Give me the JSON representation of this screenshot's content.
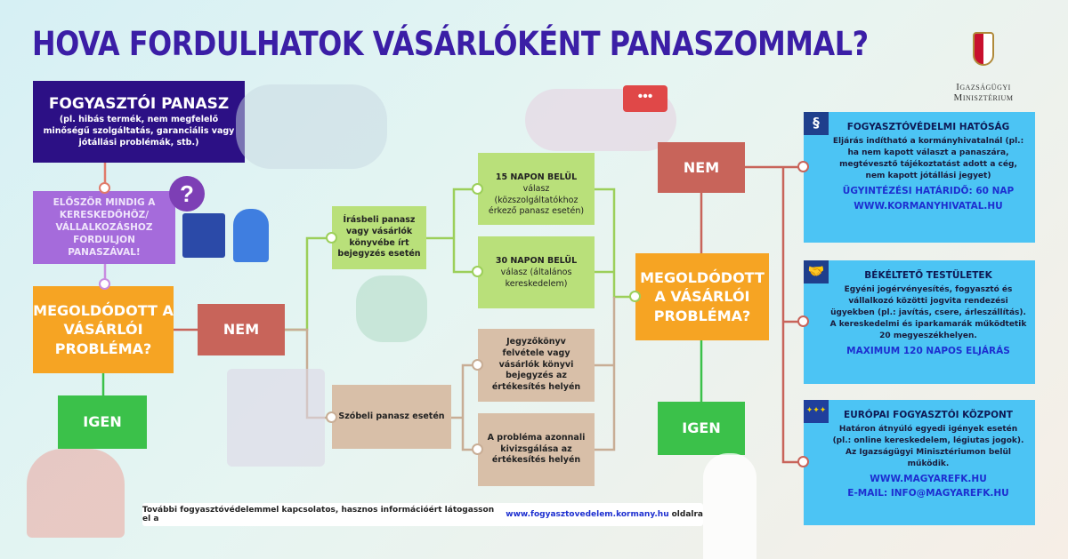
{
  "title": "HOVA FORDULHATOK VÁSÁRLÓKÉNT PANASZOMMAL?",
  "logo": {
    "text": "Igazságügyi Minisztérium"
  },
  "left": {
    "complaint_title": "FOGYASZTÓI PANASZ",
    "complaint_desc": "(pl. hibás termék, nem megfelelő minőségű szolgáltatás, garanciális vagy jótállási problémák, stb.)",
    "first_contact": "ELŐSZÖR MINDIG A KERESKEDŐHÖZ/ VÁLLALKOZÁSHOZ FORDULJON PANASZÁVAL!",
    "question": "MEGOLDÓDOTT A VÁSÁRLÓI PROBLÉMA?",
    "no": "NEM",
    "yes": "IGEN"
  },
  "middle": {
    "written": "Írásbeli panasz vagy vásárlók könyvébe írt bejegyzés esetén",
    "days15_bold": "15 NAPON BELÜL",
    "days15_rest": " válasz (közszolgáltatókhoz érkező panasz esetén)",
    "days30_bold": "30 NAPON BELÜL",
    "days30_rest": " válasz (általános kereskedelem)",
    "oral": "Szóbeli panasz esetén",
    "record": "Jegyzőkönyv felvétele vagy vásárlók könyvi bejegyzés az értékesítés helyén",
    "immediate": "A probléma azonnali kivizsgálása az értékesítés helyén"
  },
  "right": {
    "question": "MEGOLDÓDOTT A VÁSÁRLÓI PROBLÉMA?",
    "no": "NEM",
    "yes": "IGEN"
  },
  "agencies": [
    {
      "icon": "paragraph-icon",
      "title": "FOGYASZTÓVÉDELMI HATÓSÁG",
      "desc": "Eljárás indítható a kormányhivatalnál (pl.: ha nem kapott választ a panaszára, megtévesztő tájékoztatást adott a cég, nem kapott jótállási jegyet)",
      "link1": "ÜGYINTÉZÉSI HATÁRIDŐ: 60 NAP",
      "link2": "WWW.KORMANYHIVATAL.HU"
    },
    {
      "icon": "handshake-icon",
      "title": "BÉKÉLTETŐ TESTÜLETEK",
      "desc": "Egyéni jogérvényesítés, fogyasztó és vállalkozó közötti jogvita rendezési ügyekben (pl.: javítás, csere, árleszállítás). A kereskedelmi és iparkamarák működtetik 20 megyeszékhelyen.",
      "link1": "MAXIMUM 120 NAPOS ELJÁRÁS",
      "link2": ""
    },
    {
      "icon": "eu-flag-icon",
      "title": "EURÓPAI FOGYASZTÓI KÖZPONT",
      "desc": "Határon átnyúló egyedi igények esetén (pl.: online kereskedelem, légiutas jogok). Az Igazságügyi Minisztériumon belül működik.",
      "link1": "WWW.MAGYAREFK.HU",
      "link2": "E-MAIL: INFO@MAGYAREFK.HU"
    }
  ],
  "footer": {
    "before": "További fogyasztóvédelemmel kapcsolatos, hasznos információért látogasson el a",
    "link": "www.fogyasztovedelem.kormany.hu",
    "after": "oldalra"
  },
  "colors": {
    "navy": "#2c1085",
    "purple": "#a56bdb",
    "orange": "#f6a423",
    "red": "#c8645a",
    "green": "#3bc14a",
    "lime": "#b9e07a",
    "tan": "#d8bfa8",
    "blue": "#4cc4f4"
  }
}
